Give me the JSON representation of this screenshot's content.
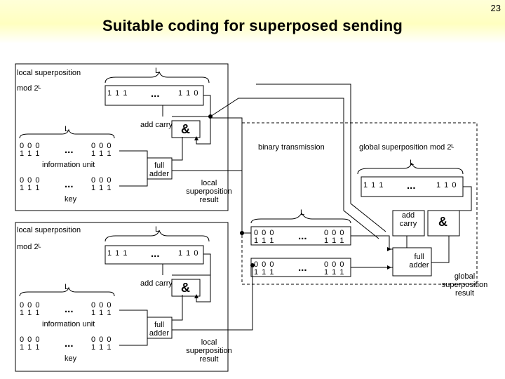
{
  "page_number": "23",
  "title": "Suitable coding for superposed sending",
  "labels": {
    "local_superposition": "local superposition",
    "mod": "mod 2ᴸ",
    "L": "L",
    "digits_ones": "1 1 1",
    "digits_one_one_zero": "1 1 0",
    "digits_zeros": "0 0 0",
    "dots": "...",
    "add_carry": "add carry",
    "and": "&",
    "information_unit": "information unit",
    "key": "key",
    "full_adder": "full adder",
    "local_result": "local superposition result",
    "binary_transmission": "binary transmission",
    "global_mod": "global superposition mod 2ᴸ",
    "global_result": "global superposition result"
  }
}
